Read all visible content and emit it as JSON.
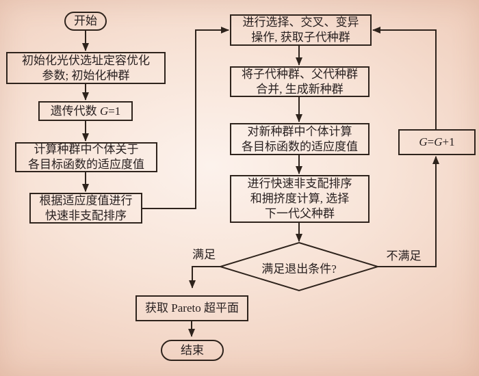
{
  "colors": {
    "background_center": "#fcf2ec",
    "background_edge": "#e5b8a2",
    "line_stroke": "#2e231c",
    "text": "#282020"
  },
  "nodes": {
    "start": {
      "label": "开始"
    },
    "init": {
      "label": "初始化光伏选址定容优化\n参数; 初始化种群"
    },
    "generation": {
      "prefix": "遗传代数 ",
      "var1": "G",
      "suffix": "=1"
    },
    "fitness": {
      "label": "计算种群中个体关于\n各目标函数的适应度值"
    },
    "sort": {
      "label": "根据适应度值进行\n快速非支配排序"
    },
    "select": {
      "label": "进行选择、交叉、变异\n操作, 获取子代种群"
    },
    "merge": {
      "label": "将子代种群、父代种群\n合并, 生成新种群"
    },
    "fitness_new": {
      "label": "对新种群中个体计算\n各目标函数的适应度值"
    },
    "sort_crowd": {
      "label": "进行快速非支配排序\n和拥挤度计算, 选择\n下一代父种群"
    },
    "increment": {
      "var1": "G",
      "eq": "=",
      "var2": "G",
      "suffix": "+1"
    },
    "decision": {
      "label": "满足退出条件?"
    },
    "pareto": {
      "label": "获取 Pareto 超平面"
    },
    "end": {
      "label": "结束"
    }
  },
  "edge_labels": {
    "satisfied": "满足",
    "not_satisfied": "不满足"
  }
}
